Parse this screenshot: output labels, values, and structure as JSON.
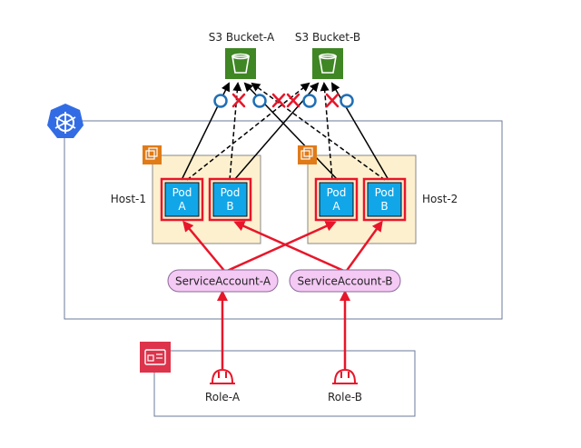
{
  "buckets": [
    {
      "label": "S3 Bucket-A"
    },
    {
      "label": "S3 Bucket-B"
    }
  ],
  "hosts": [
    {
      "label": "Host-1"
    },
    {
      "label": "Host-2"
    }
  ],
  "pods": [
    {
      "line1": "Pod",
      "line2": "A"
    },
    {
      "line1": "Pod",
      "line2": "B"
    },
    {
      "line1": "Pod",
      "line2": "A"
    },
    {
      "line1": "Pod",
      "line2": "B"
    }
  ],
  "service_accounts": [
    {
      "label": "ServiceAccount-A"
    },
    {
      "label": "ServiceAccount-B"
    }
  ],
  "roles": [
    {
      "label": "Role-A"
    },
    {
      "label": "Role-B"
    }
  ],
  "icons": {
    "cluster": "kubernetes-icon",
    "host": "ec2-instance-icon",
    "iam": "iam-icon",
    "bucket": "s3-bucket-icon",
    "role": "role-hardhat-icon"
  },
  "colors": {
    "allowed": "#1f6fb5",
    "denied": "#e8162a",
    "arrow_red": "#e8162a",
    "pod": "#11a6e8",
    "host_fill": "#fdf0cf",
    "sa_fill": "#f4c9f4",
    "bucket": "#3f8624",
    "k8s": "#326ce5",
    "ec2": "#e07b18",
    "iam": "#dd344c"
  }
}
